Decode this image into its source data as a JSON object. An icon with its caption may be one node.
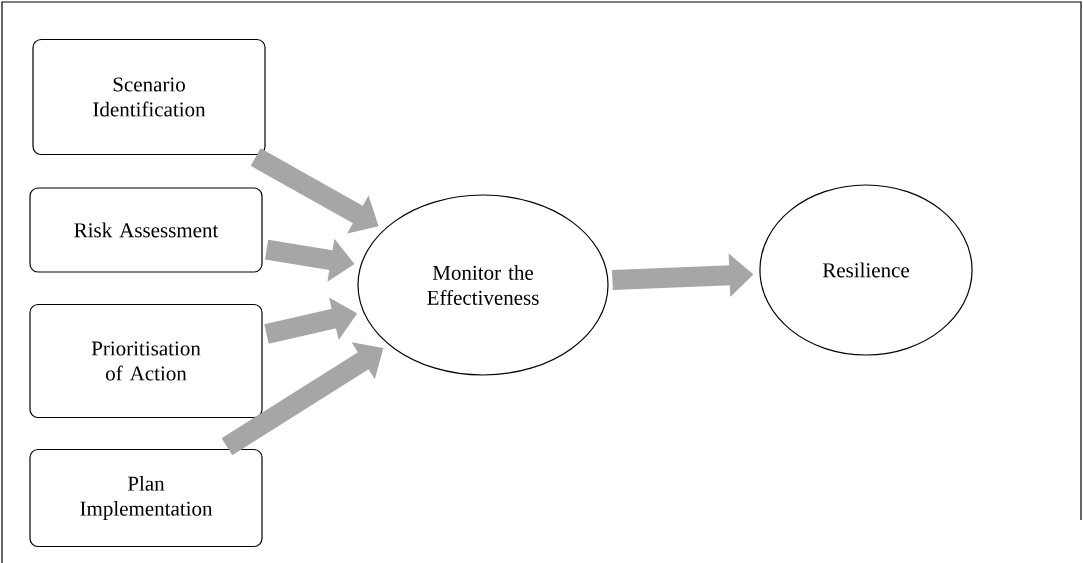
{
  "diagram": {
    "nodes": [
      {
        "text": [
          "Scenario Identification"
        ]
      },
      {
        "text": [
          "Risk Assessment"
        ]
      },
      {
        "text": [
          "Prioritisation of Action"
        ]
      },
      {
        "text": [
          "Plan Implementation"
        ]
      },
      {
        "text": [
          "Monitor the Effectiveness"
        ]
      },
      {
        "text": [
          "Resilience"
        ]
      }
    ],
    "edges": [
      {
        "from": 0,
        "to": 4,
        "arrow": "to"
      },
      {
        "from": 1,
        "to": 4,
        "arrow": "to"
      },
      {
        "from": 2,
        "to": 4,
        "arrow": "to"
      },
      {
        "from": 3,
        "to": 4,
        "arrow": "to"
      },
      {
        "from": 4,
        "to": 5,
        "arrow": "to"
      }
    ]
  }
}
